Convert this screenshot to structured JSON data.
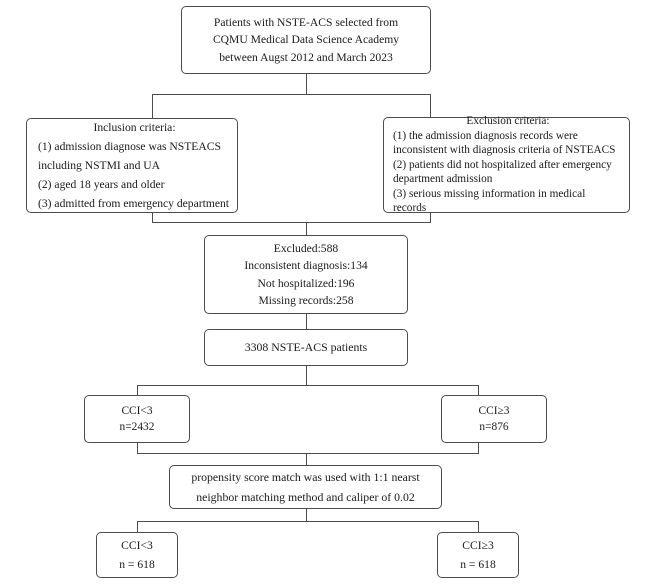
{
  "diagram": {
    "type": "flowchart",
    "title": "Patient selection flow diagram",
    "line_color": "#4c4c4c",
    "background_color": "#ffffff",
    "nodes": {
      "source": {
        "lines": [
          "Patients with NSTE-ACS selected from",
          "CQMU Medical Data Science Academy",
          "between Augst 2012 and March 2023"
        ]
      },
      "inclusion": {
        "heading": "Inclusion criteria:",
        "lines": [
          "(1) admission diagnose was NSTEACS",
          "including NSTMI and UA",
          "(2) aged 18 years and older",
          "(3) admitted from emergency department"
        ]
      },
      "exclusion": {
        "heading": "Exclusion criteria:",
        "lines": [
          "(1) the admission diagnosis records were",
          "inconsistent with diagnosis criteria of NSTEACS",
          "(2) patients did not hospitalized after emergency",
          "department admission",
          "(3) serious missing information in medical",
          "records"
        ]
      },
      "excluded": {
        "lines": [
          "Excluded:588",
          "Inconsistent diagnosis:134",
          "Not hospitalized:196",
          "Missing records:258"
        ]
      },
      "cohort": {
        "lines": [
          "3308 NSTE-ACS patients"
        ]
      },
      "cci_low": {
        "lines": [
          "CCI<3",
          "n=2432"
        ]
      },
      "cci_high": {
        "lines": [
          "CCI≥3",
          "n=876"
        ]
      },
      "psm": {
        "lines": [
          "propensity score match was used with 1:1 nearst",
          "neighbor matching method and caliper of 0.02"
        ]
      },
      "matched_low": {
        "lines": [
          "CCI<3",
          "n = 618"
        ]
      },
      "matched_high": {
        "lines": [
          "CCI≥3",
          "n = 618"
        ]
      }
    }
  }
}
